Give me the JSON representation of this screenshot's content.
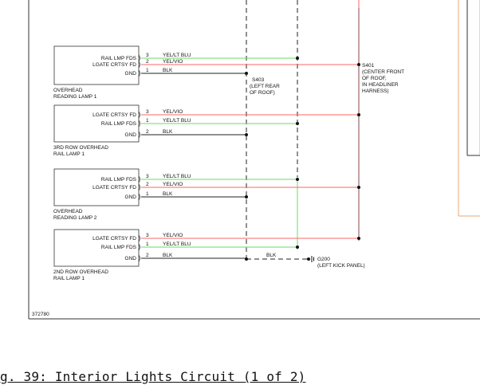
{
  "figure_id": "372780",
  "caption": "g. 39: Interior Lights Circuit (1 of 2)",
  "components": [
    {
      "name_lines": [
        "OVERHEAD",
        "READING LAMP 1"
      ],
      "pins": [
        {
          "label": "RAIL LMP FDS",
          "num": "3",
          "wire": "YEL/LT BLU",
          "color": "#66dd66"
        },
        {
          "label": "LGATE CRTSY FD",
          "num": "2",
          "wire": "YEL/VIO",
          "color": "#ff6666"
        },
        {
          "label": "GND",
          "num": "1",
          "wire": "BLK",
          "color": "#222222"
        }
      ]
    },
    {
      "name_lines": [
        "3RD ROW OVERHEAD",
        "RAIL LAMP 1"
      ],
      "pins": [
        {
          "label": "LGATE CRTSY FD",
          "num": "3",
          "wire": "YEL/VIO",
          "color": "#ff6666"
        },
        {
          "label": "RAIL LMP FDS",
          "num": "1",
          "wire": "YEL/LT BLU",
          "color": "#66dd66"
        },
        {
          "label": "GND",
          "num": "2",
          "wire": "BLK",
          "color": "#222222"
        }
      ]
    },
    {
      "name_lines": [
        "OVERHEAD",
        "READING LAMP 2"
      ],
      "pins": [
        {
          "label": "RAIL LMP FDS",
          "num": "3",
          "wire": "YEL/LT BLU",
          "color": "#66dd66"
        },
        {
          "label": "LGATE CRTSY FD",
          "num": "2",
          "wire": "YEL/VIO",
          "color": "#ff6666"
        },
        {
          "label": "GND",
          "num": "1",
          "wire": "BLK",
          "color": "#222222"
        }
      ]
    },
    {
      "name_lines": [
        "2ND ROW OVERHEAD",
        "RAIL LAMP 1"
      ],
      "pins": [
        {
          "label": "LGATE CRTSY FD",
          "num": "3",
          "wire": "YEL/VIO",
          "color": "#ff6666"
        },
        {
          "label": "RAIL LMP FDS",
          "num": "1",
          "wire": "YEL/LT BLU",
          "color": "#66dd66"
        },
        {
          "label": "GND",
          "num": "2",
          "wire": "BLK",
          "color": "#222222"
        }
      ]
    }
  ],
  "splice_s403": {
    "lines": [
      "S403",
      "(LEFT REAR",
      "OF ROOF)"
    ]
  },
  "splice_s401": {
    "lines": [
      "S401",
      "(CENTER FRONT",
      "OF ROOF,",
      "IN HEADLINER",
      "HARNESS)"
    ]
  },
  "ground_g200": {
    "lines": [
      "G200",
      "(LEFT KICK PANEL)"
    ]
  },
  "ground_wire_label": "BLK",
  "colors": {
    "green": "#66dd66",
    "red": "#ff6666",
    "black": "#222222",
    "orange": "#e8a878",
    "border": "#333333"
  }
}
